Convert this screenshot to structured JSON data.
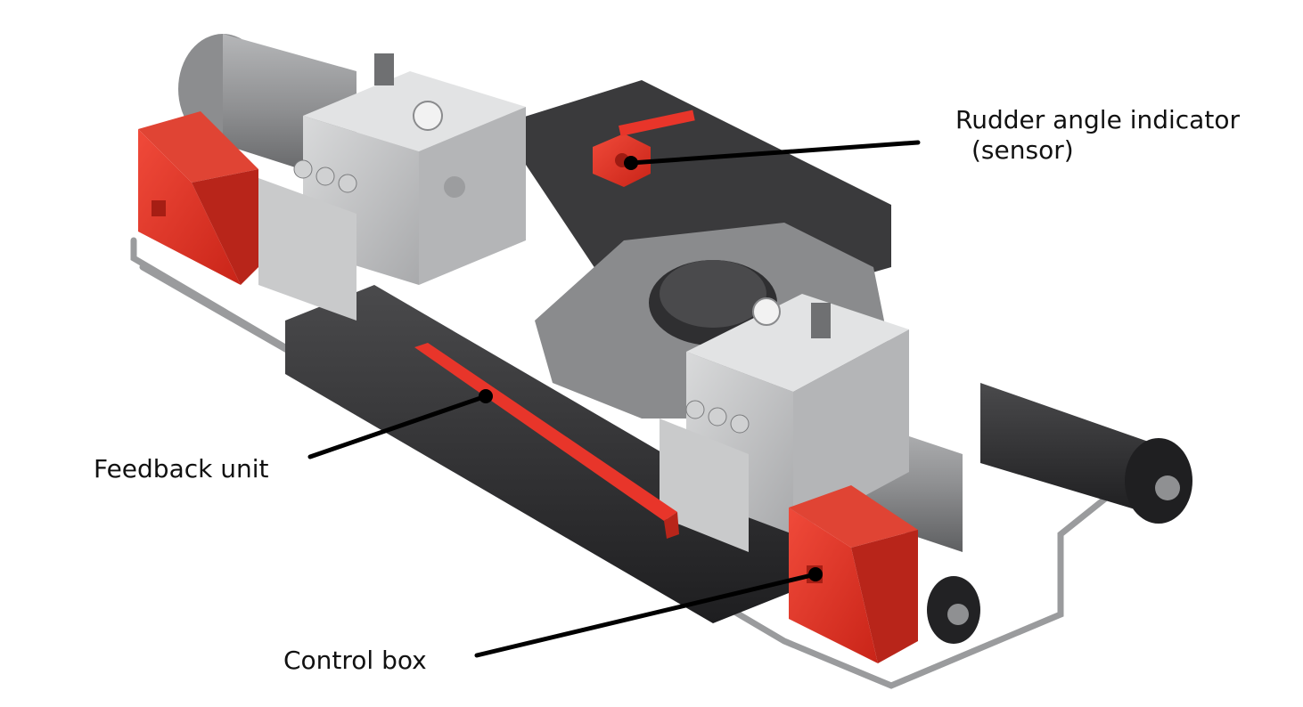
{
  "callouts": {
    "rudder_angle_indicator": {
      "line1": "Rudder angle indicator",
      "line2": "(sensor)"
    },
    "feedback_unit": "Feedback unit",
    "control_box": "Control box"
  },
  "colors": {
    "housing_red": "#e8352a",
    "metal_light": "#c8c9ca",
    "metal_mid": "#a3a4a6",
    "metal_dark": "#6f7072",
    "steel_black": "#2c2c2e",
    "leader_line": "#000000"
  }
}
